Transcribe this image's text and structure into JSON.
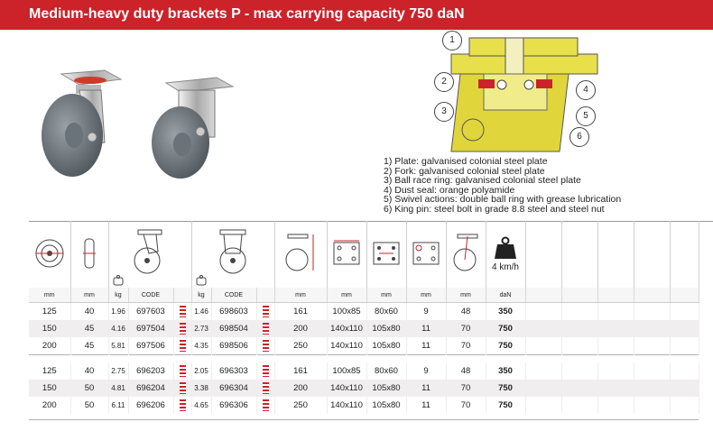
{
  "title": "Medium-heavy duty brackets P - max carrying capacity 750 daN",
  "legend": [
    "1) Plate: galvanised colonial steel plate",
    "2) Fork: galvanised colonial steel plate",
    "3) Ball race ring: galvanised colonial steel plate",
    "4) Dust seal: orange polyamide",
    "5) Swivel actions: double ball ring with grease lubrication",
    "6) King pin: steel bolt in grade 8.8 steel and steel nut"
  ],
  "diagram_labels": [
    "1",
    "2",
    "3",
    "4",
    "5",
    "6"
  ],
  "speed_label": "4 km/h",
  "units": [
    "mm",
    "mm",
    "kg",
    "CODE",
    "kg",
    "CODE",
    "mm",
    "mm",
    "mm",
    "mm",
    "mm",
    "daN"
  ],
  "group1": [
    [
      "125",
      "40",
      "1.96",
      "697603",
      "1.46",
      "698603",
      "161",
      "100x85",
      "80x60",
      "9",
      "48",
      "350"
    ],
    [
      "150",
      "45",
      "4.16",
      "697504",
      "2.73",
      "698504",
      "200",
      "140x110",
      "105x80",
      "11",
      "70",
      "750"
    ],
    [
      "200",
      "45",
      "5.81",
      "697506",
      "4.35",
      "698506",
      "250",
      "140x110",
      "105x80",
      "11",
      "70",
      "750"
    ]
  ],
  "group2": [
    [
      "125",
      "40",
      "2.75",
      "696203",
      "2.05",
      "696303",
      "161",
      "100x85",
      "80x60",
      "9",
      "48",
      "350"
    ],
    [
      "150",
      "50",
      "4.81",
      "696204",
      "3.38",
      "696304",
      "200",
      "140x110",
      "105x80",
      "11",
      "70",
      "750"
    ],
    [
      "200",
      "50",
      "6.11",
      "696206",
      "4.65",
      "696306",
      "250",
      "140x110",
      "105x80",
      "11",
      "70",
      "750"
    ]
  ],
  "colors": {
    "accent": "#cc2229",
    "diagram_yellow": "#e8e04a"
  }
}
